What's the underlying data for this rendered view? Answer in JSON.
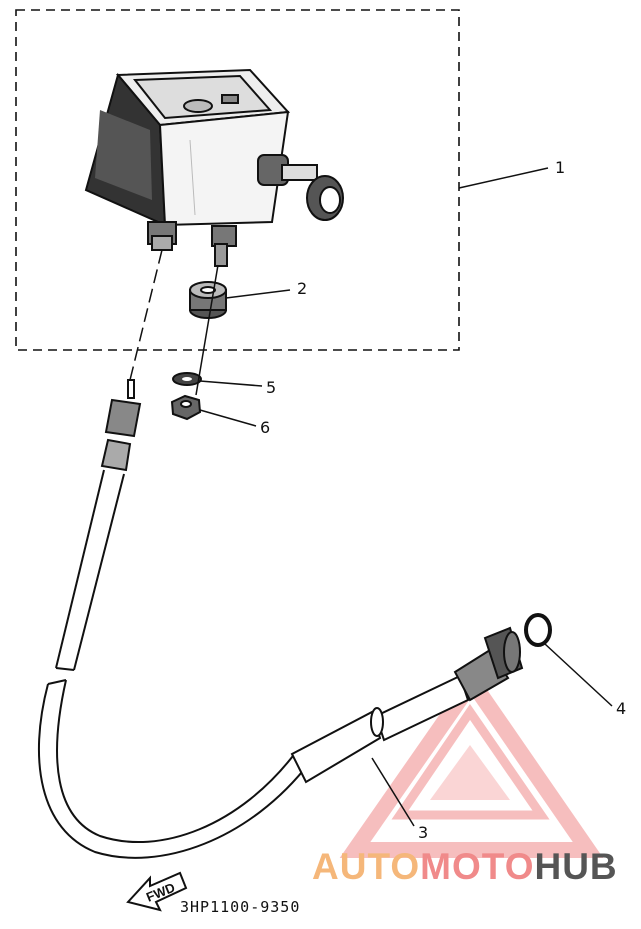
{
  "callouts": {
    "c1": "1",
    "c2": "2",
    "c3": "3",
    "c4": "4",
    "c5": "5",
    "c6": "6"
  },
  "fwd_label": "FWD",
  "part_number": "3HP1100-9350",
  "watermark": {
    "part1": "AUTO",
    "part2": "MOTO",
    "part3": "HUB",
    "colors": {
      "auto": "#f5b77a",
      "moto": "#f08a8a",
      "hub": "#555555",
      "logo": "#f08a8a"
    }
  },
  "parts": [
    {
      "id": "1",
      "name": "meter-assembly"
    },
    {
      "id": "2",
      "name": "grommet"
    },
    {
      "id": "3",
      "name": "cable"
    },
    {
      "id": "4",
      "name": "o-ring"
    },
    {
      "id": "5",
      "name": "washer"
    },
    {
      "id": "6",
      "name": "nut"
    }
  ]
}
